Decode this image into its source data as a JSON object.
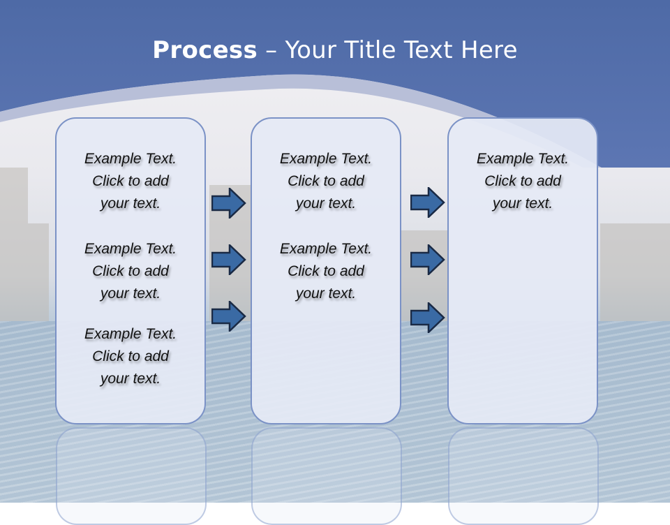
{
  "slide": {
    "title_bold": "Process",
    "title_rest": " – Your Title Text Here",
    "colors": {
      "header": "#5d79b6",
      "box_border": "#7b92c6",
      "box_fill": "#e5eaf5",
      "arrow_fill": "#3a6aa4",
      "arrow_stroke": "#1a2a45"
    }
  },
  "columns": [
    {
      "items": [
        {
          "line1": "Example Text.",
          "line2": "Click  to add",
          "line3": "your text."
        },
        {
          "line1": "Example Text.",
          "line2": "Click  to add",
          "line3": "your text."
        },
        {
          "line1": "Example Text.",
          "line2": "Click  to add",
          "line3": "your text."
        }
      ]
    },
    {
      "items": [
        {
          "line1": "Example Text.",
          "line2": "Click  to add",
          "line3": "your text."
        },
        {
          "line1": "Example Text.",
          "line2": "Click  to add",
          "line3": "your text."
        }
      ]
    },
    {
      "items": [
        {
          "line1": "Example Text.",
          "line2": "Click  to add",
          "line3": "your text."
        }
      ]
    }
  ],
  "arrows": {
    "group1_count": 3,
    "group2_count": 3,
    "icon": "right-arrow-icon"
  }
}
